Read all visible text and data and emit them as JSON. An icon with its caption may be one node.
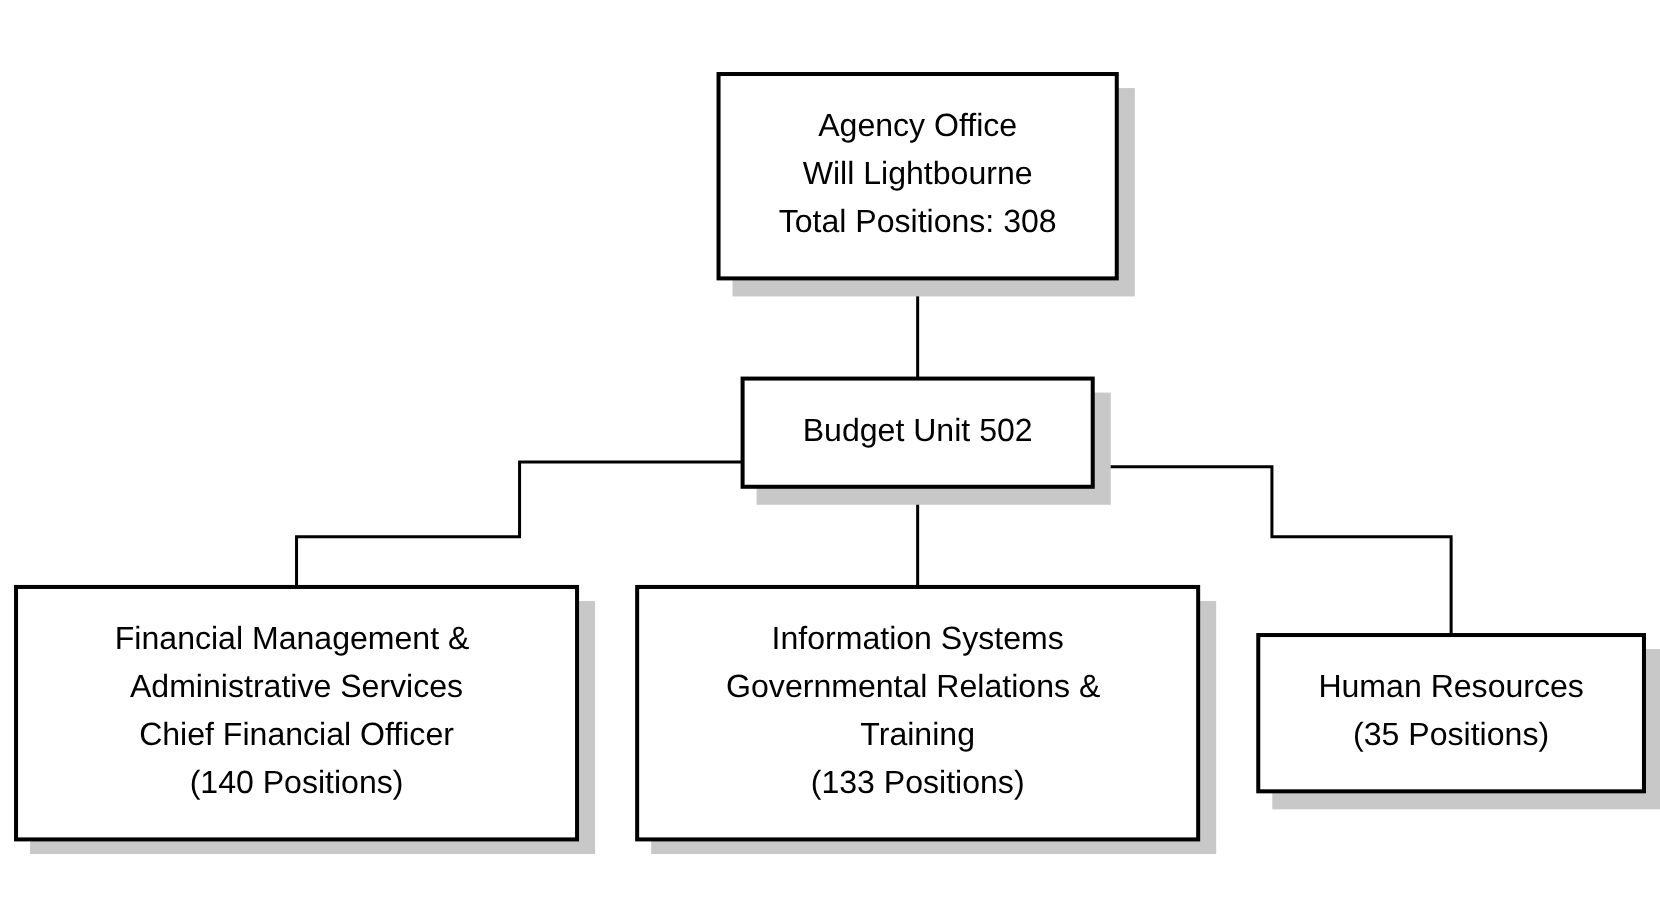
{
  "diagram": {
    "nodes": [
      {
        "text": [
          "Agency Office",
          "Will Lightbourne",
          "Total Positions: 308"
        ]
      },
      {
        "text": [
          "Budget Unit 502"
        ]
      },
      {
        "text": [
          "Financial Management & Administrative Services",
          "Chief Financial Officer",
          "(140 Positions)"
        ]
      },
      {
        "text": [
          "Information Systems",
          "Governmental Relations & Training",
          "(133 Positions)"
        ]
      },
      {
        "text": [
          "Human Resources",
          "(35 Positions)"
        ]
      }
    ],
    "edges": [
      {
        "from": 0,
        "to": 1,
        "arrow": "none"
      },
      {
        "from": 1,
        "to": 2,
        "arrow": "none"
      },
      {
        "from": 1,
        "to": 3,
        "arrow": "none"
      },
      {
        "from": 1,
        "to": 4,
        "arrow": "none"
      }
    ]
  }
}
